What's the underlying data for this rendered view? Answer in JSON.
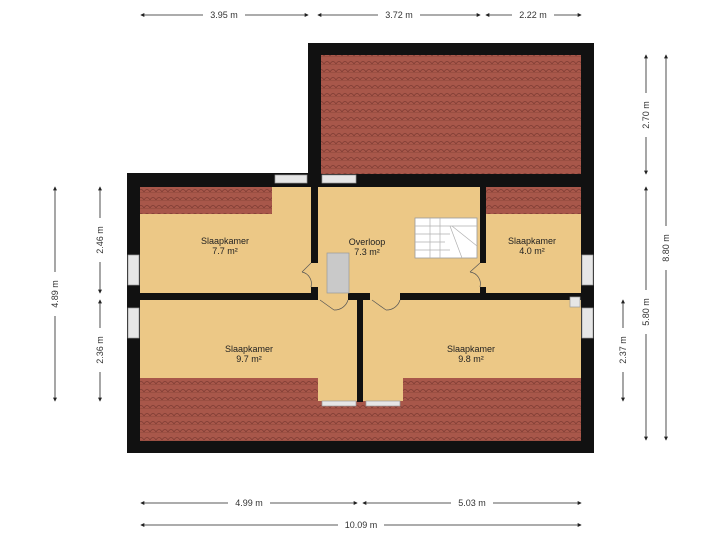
{
  "colors": {
    "wall": "#111111",
    "floor": "#ecc886",
    "floor_edge": "#d9b26c",
    "roof": "#a8574a",
    "roof_line": "#7e3c33",
    "window": "#dddddd",
    "dimension_line": "#222222"
  },
  "rooms": [
    {
      "name": "Slaapkamer",
      "area": "7.7 m²"
    },
    {
      "name": "Overloop",
      "area": "7.3 m²"
    },
    {
      "name": "Slaapkamer",
      "area": "4.0 m²"
    },
    {
      "name": "Slaapkamer",
      "area": "9.7 m²"
    },
    {
      "name": "Slaapkamer",
      "area": "9.8 m²"
    }
  ],
  "dimensions": {
    "top": [
      "3.95 m",
      "3.72 m",
      "2.22 m"
    ],
    "bottom": [
      "4.99 m",
      "5.03 m"
    ],
    "total_width": "10.09 m",
    "left_inner": [
      "2.46 m",
      "2.36 m"
    ],
    "left_total": "4.89 m",
    "right_inner": [
      "2.70 m",
      "2.37 m"
    ],
    "right_mid": "5.80 m",
    "right_total": "8.80 m"
  },
  "icons": [
    "stairs-icon",
    "door-swing-icon",
    "window-icon",
    "roof-tile-pattern"
  ]
}
